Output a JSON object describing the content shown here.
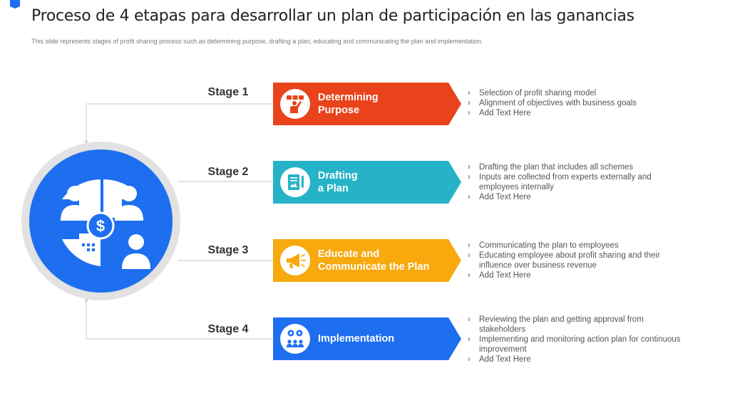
{
  "title": "Proceso de 4 etapas para desarrollar un plan de participación en las ganancias",
  "subtitle": "This slide represents stages of profit sharing process such as determining purpose, drafting a plan, educating and communicating the plan and implementation.",
  "hub": {
    "icon": "profit-sharing-team-icon",
    "color": "#1e6ff0"
  },
  "stages": [
    {
      "label": "Stage 1",
      "title": "Determining\nPurpose",
      "color": "#e8431a",
      "icon": "presenter-board-icon",
      "bullets": [
        "Selection of profit sharing model",
        "Alignment of objectives with business goals",
        "Add Text Here"
      ]
    },
    {
      "label": "Stage 2",
      "title": "Drafting\na Plan",
      "color": "#26b3c8",
      "icon": "document-pencil-icon",
      "bullets": [
        "Drafting the plan that includes all schemes",
        "Inputs are collected from experts externally and employees internally",
        "Add Text Here"
      ]
    },
    {
      "label": "Stage 3",
      "title": "Educate and\nCommunicate the Plan",
      "color": "#f7a90d",
      "icon": "megaphone-icon",
      "bullets": [
        "Communicating the plan to employees",
        "Educating employee about profit sharing and their influence over business revenue",
        "Add Text Here"
      ]
    },
    {
      "label": "Stage 4",
      "title": "Implementation",
      "color": "#1e6ff0",
      "icon": "gears-team-icon",
      "bullets": [
        "Reviewing the plan and getting approval from stakeholders",
        "Implementing  and monitoring action plan for continuous improvement",
        "Add Text Here"
      ]
    }
  ]
}
